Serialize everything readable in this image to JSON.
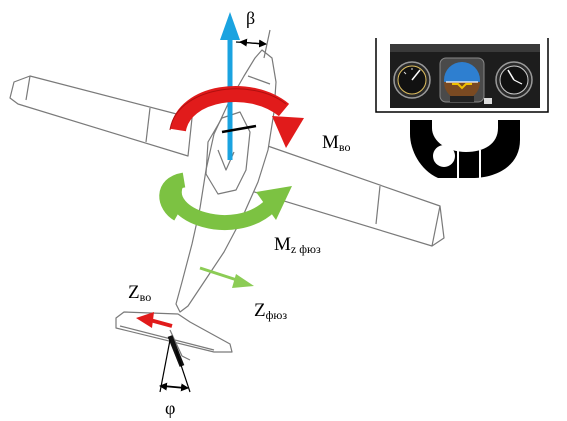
{
  "labels": {
    "beta": "β",
    "moment_vo_main": "M",
    "moment_vo_sub": "во",
    "moment_fus_main": "M",
    "moment_fus_sub": "z фюз",
    "force_vo_main": "Z",
    "force_vo_sub": "во",
    "force_fus_main": "Z",
    "force_fus_sub": "фюз",
    "phi": "φ"
  },
  "colors": {
    "airframe": "#7a7a7a",
    "velocity_arrow": "#1aa3e0",
    "moment_vo": "#e11b1b",
    "moment_fus": "#7cc242",
    "force_fus": "#8ccc55",
    "force_vo": "#e11b1b",
    "rudder": "#111111",
    "panel": "#1d1d1d",
    "yoke": "#000000"
  },
  "icons": {
    "instrument_panel": "cockpit-instrument-panel-icon",
    "control_yoke": "control-yoke-icon"
  }
}
